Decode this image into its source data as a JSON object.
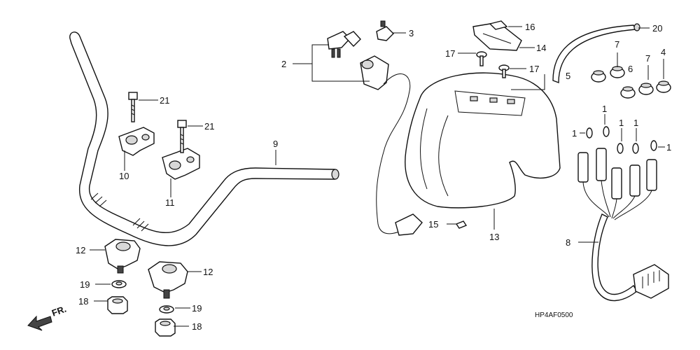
{
  "diagram": {
    "code": "HP4AF0500",
    "direction_label": "FR.",
    "callouts": {
      "c1": "1",
      "c2": "2",
      "c3": "3",
      "c4": "4",
      "c5": "5",
      "c6": "6",
      "c7": "7",
      "c8": "8",
      "c9": "9",
      "c10": "10",
      "c11": "11",
      "c12": "12",
      "c13": "13",
      "c14": "14",
      "c15": "15",
      "c16": "16",
      "c17": "17",
      "c18": "18",
      "c19": "19",
      "c20": "20",
      "c21": "21"
    }
  }
}
